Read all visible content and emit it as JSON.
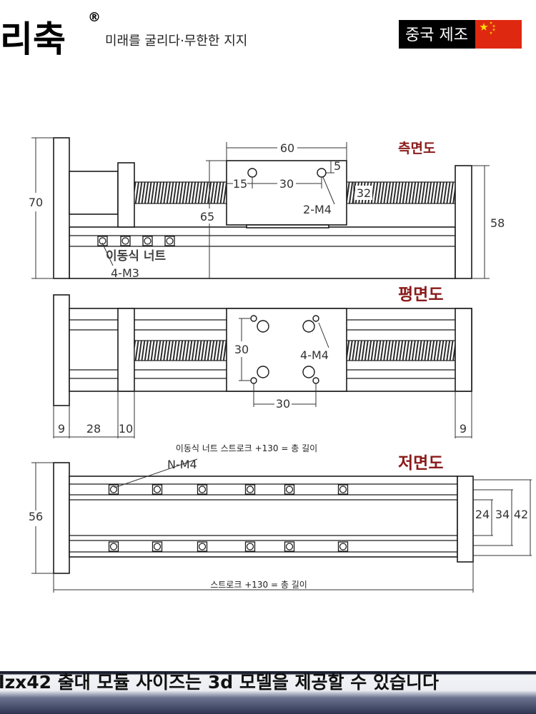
{
  "header": {
    "brand": "리축",
    "registered_mark": "®",
    "slogan": "미래를 굴리다·무한한 지지",
    "origin_badge": "중국 제조",
    "origin_flag_icon": "china-flag-icon"
  },
  "colors": {
    "view_title": "#8b1a1a",
    "flag_red": "#de2910",
    "flag_star": "#ffde00",
    "drawing_line": "#1a1a1a"
  },
  "side_view": {
    "title": "측면도",
    "carriage_width": "60",
    "hole_edge_offset": "15",
    "hole_spacing": "30",
    "hole_top_offset": "5",
    "screw_dim": "32",
    "carriage_holes": "2-M4",
    "total_height": "70",
    "carriage_height": "65",
    "end_block_height": "58",
    "nut_label": "이동식 너트",
    "nut_holes": "4-M3"
  },
  "top_view": {
    "title": "평면도",
    "hole_spacing_vertical": "30",
    "hole_spacing_horizontal": "30",
    "carriage_holes": "4-M4",
    "left_plate_width": "9",
    "coupling_length": "28",
    "end_block_width": "10",
    "right_plate_width": "9"
  },
  "bottom_view": {
    "title": "저면도",
    "stroke_note": "이동식 너트 스트로크 +130 = 총 길이",
    "nut_holes": "N-M4",
    "plate_height": "56",
    "slot_spacing_inner": "24",
    "slot_spacing_middle": "34",
    "profile_width": "42",
    "total_length_note": "스트로크 +130 = 총 길이"
  },
  "footer": {
    "text": "lzx42 출대 모듈 사이즈는 3d 모델을 제공할 수 있습니다"
  }
}
